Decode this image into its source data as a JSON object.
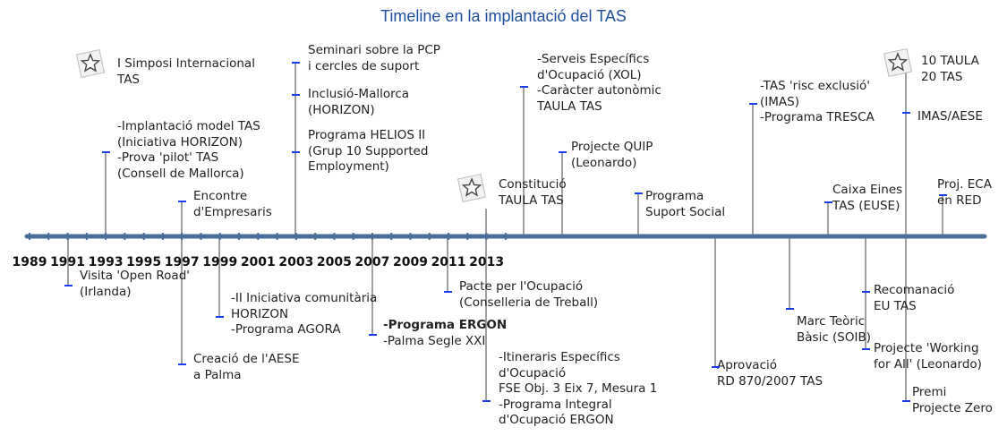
{
  "title": "Timeline en la implantació del TAS",
  "years": [
    "1989",
    "1991",
    "1993",
    "1995",
    "1997",
    "1999",
    "2001",
    "2003",
    "2005",
    "2007",
    "2009",
    "2011",
    "2013"
  ],
  "colors": {
    "axis": "#4a6e9a",
    "stem": "#a0a0a0",
    "tick": "#1a3de8",
    "title": "#1f4e9b"
  },
  "events": [
    {
      "lines": [
        "I Simposi Internacional",
        "TAS"
      ],
      "icon": "star-badge-icon"
    },
    {
      "lines": [
        "-Implantació model TAS",
        "(Iniciativa HORIZON)",
        "-Prova 'pilot' TAS",
        "(Consell de Mallorca)"
      ]
    },
    {
      "lines": [
        "Visita 'Open Road'",
        "(Irlanda)"
      ]
    },
    {
      "lines": [
        "Encontre",
        "d'Empresaris"
      ]
    },
    {
      "lines": [
        "Creació de l'AESE",
        "a Palma"
      ]
    },
    {
      "lines": [
        "-II Iniciativa comunitària",
        "HORIZON",
        "-Programa AGORA"
      ]
    },
    {
      "lines": [
        "Seminari sobre la PCP",
        "i cercles de suport"
      ]
    },
    {
      "lines": [
        "Inclusió-Mallorca",
        "(HORIZON)"
      ]
    },
    {
      "lines": [
        "Programa HELIOS II",
        "(Grup 10 Supported",
        "Employment)"
      ]
    },
    {
      "lines": [
        "-Programa ERGON",
        "-Palma Segle XXI"
      ]
    },
    {
      "lines": [
        "Pacte per l'Ocupació",
        "(Conselleria de Treball)"
      ]
    },
    {
      "lines": [
        "Constitució",
        "TAULA TAS"
      ],
      "icon": "star-badge-icon"
    },
    {
      "lines": [
        "-Itineraris Específics",
        "d'Ocupació",
        "FSE Obj. 3 Eix 7, Mesura 1",
        "-Programa Integral",
        "d'Ocupació ERGON"
      ]
    },
    {
      "lines": [
        "-Serveis Específics",
        "d'Ocupació (XOL)",
        "-Caràcter autonòmic",
        "TAULA TAS"
      ]
    },
    {
      "lines": [
        "Projecte QUIP",
        "(Leonardo)"
      ]
    },
    {
      "lines": [
        "Programa",
        "Suport Social"
      ]
    },
    {
      "lines": [
        "Aprovació",
        "RD 870/2007 TAS"
      ]
    },
    {
      "lines": [
        "-TAS 'risc exclusió'",
        "(IMAS)",
        "-Programa TRESCA"
      ]
    },
    {
      "lines": [
        "Marc Teòric",
        "Bàsic (SOIB)"
      ]
    },
    {
      "lines": [
        "Caixa Eines",
        "TAS (EUSE)"
      ]
    },
    {
      "lines": [
        "Recomanació",
        "EU TAS"
      ]
    },
    {
      "lines": [
        "Projecte 'Working",
        "for All' (Leonardo)"
      ]
    },
    {
      "lines": [
        "10 TAULA",
        "20 TAS"
      ],
      "icon": "star-badge-icon"
    },
    {
      "lines": [
        "IMAS/AESE"
      ]
    },
    {
      "lines": [
        "Premi",
        "Projecte Zero"
      ]
    },
    {
      "lines": [
        "Proj. ECA",
        "en RED"
      ]
    }
  ]
}
